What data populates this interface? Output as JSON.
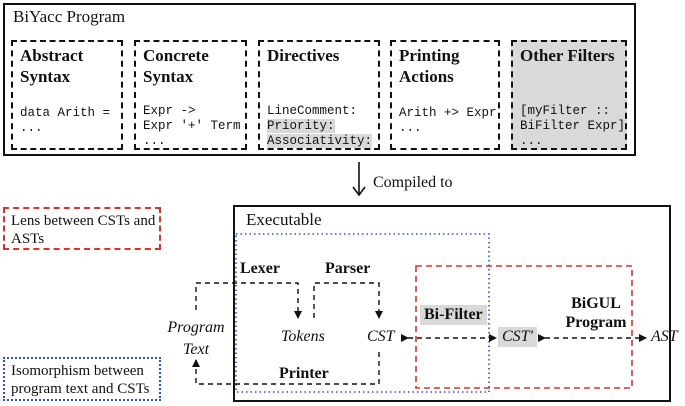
{
  "program": {
    "title": "BiYacc Program",
    "components": [
      {
        "title": "Abstract Syntax",
        "code": [
          "data Arith =",
          "..."
        ]
      },
      {
        "title": "Concrete Syntax",
        "code": [
          "Expr ->",
          "Expr '+' Term",
          "..."
        ]
      },
      {
        "title": "Directives",
        "code": [
          "LineComment:",
          "Priority:",
          "Associativity:"
        ]
      },
      {
        "title": "Printing Actions",
        "code": [
          "Arith +> Expr",
          "..."
        ]
      },
      {
        "title": "Other Filters",
        "code": [
          "[myFilter ::",
          "BiFilter Expr]",
          "..."
        ]
      }
    ]
  },
  "compiled_label": "Compiled to",
  "executable": {
    "title": "Executable",
    "lexer": "Lexer",
    "parser": "Parser",
    "printer": "Printer",
    "bifilter": "Bi-Filter",
    "bigul": "BiGUL Program",
    "program_text": "Program Text",
    "tokens": "Tokens",
    "cst": "CST",
    "cst_prime": "CST′",
    "ast": "AST"
  },
  "legend": {
    "red": "Lens between CSTs and ASTs",
    "blue": "Isomorphism between program text and CSTs"
  },
  "colors": {
    "red": "#e0302a",
    "blue": "#2a4fd8",
    "shade": "#d9d9d9"
  }
}
